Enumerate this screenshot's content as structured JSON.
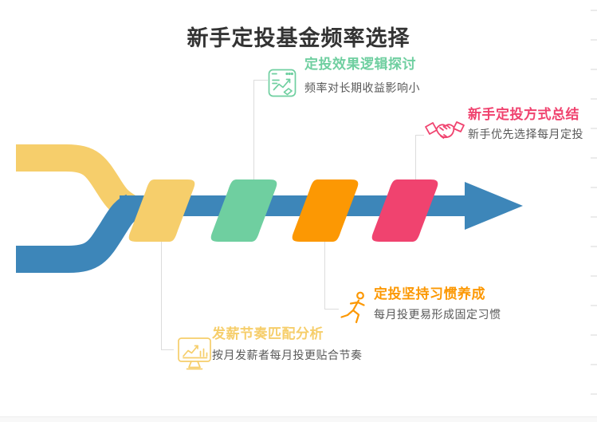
{
  "title": "新手定投基金频率选择",
  "nodes": [
    {
      "id": "effect-logic",
      "heading": "定投效果逻辑探讨",
      "desc": "频率对长期收益影响小",
      "color": "#6fcfa0",
      "icon": "browser-chart-icon"
    },
    {
      "id": "method-summary",
      "heading": "新手定投方式总结",
      "desc": "新手优先选择每月定投",
      "color": "#f0436f",
      "icon": "handshake-icon"
    },
    {
      "id": "salary-rhythm",
      "heading": "发薪节奏匹配分析",
      "desc": "按月发薪者每月投更贴合节奏",
      "color": "#f6ce6b",
      "icon": "monitor-chart-icon"
    },
    {
      "id": "habit-building",
      "heading": "定投坚持习惯养成",
      "desc": "每月投更易形成固定习惯",
      "color": "#fc9803",
      "icon": "runner-icon"
    }
  ],
  "colors": {
    "arrow": "#3d86b9",
    "yellow": "#f6ce6b",
    "green": "#6fcfa0",
    "orange": "#fc9803",
    "pink": "#f0436f",
    "connector": "#dcdcdc",
    "title": "#333333",
    "desc_text": "#595959"
  }
}
